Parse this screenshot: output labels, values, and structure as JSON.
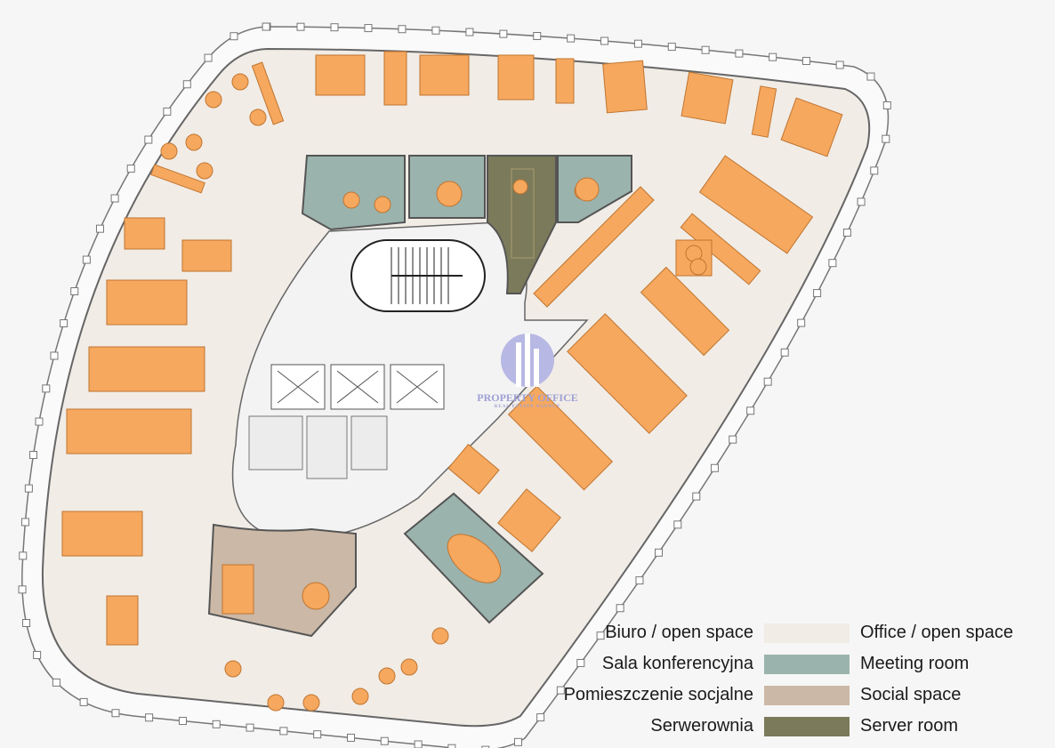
{
  "legend": [
    {
      "pl": "Biuro / open space",
      "en": "Office / open space",
      "color": "#f1ece6"
    },
    {
      "pl": "Sala konferencyjna",
      "en": "Meeting room",
      "color": "#9bb3ad"
    },
    {
      "pl": "Pomieszczenie socjalne",
      "en": "Social space",
      "color": "#cbb8a6"
    },
    {
      "pl": "Serwerownia",
      "en": "Server room",
      "color": "#7b7a5a"
    }
  ],
  "watermark": {
    "name": "PROPERTY OFFICE",
    "tagline": "REAL ESTATE AGENCY"
  },
  "colors": {
    "furniture": "#f6a85e",
    "furniture_stroke": "#c07530",
    "wall": "#555555",
    "core": "#f3f3f3"
  }
}
